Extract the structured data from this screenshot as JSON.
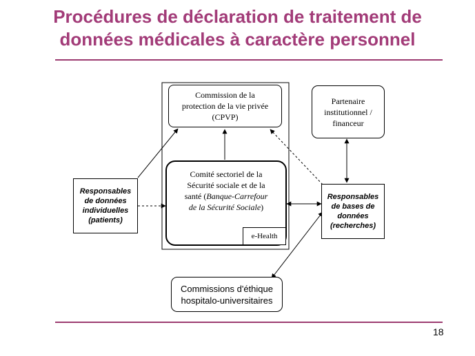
{
  "slide": {
    "title_line1": "Procédures de déclaration de traitement de",
    "title_line2": "données médicales à caractère personnel",
    "page_number": "18"
  },
  "diagram": {
    "cpvp": [
      "Commission de la",
      "protection de la vie privée",
      "(CPVP)"
    ],
    "partenaire": [
      "Partenaire",
      "institutionnel  /",
      "financeur"
    ],
    "comite": {
      "line1": "Comité sectoriel de la",
      "line2": "Sécurité sociale et de la",
      "line3_prefix": "santé (",
      "line3_italic": "Banque-Carrefour",
      "line4_italic": "de la Sécurité Sociale",
      "line4_suffix": ")"
    },
    "ehealth": "e-Health",
    "resp_donnees": [
      "Responsables",
      "de données",
      "individuelles",
      "(patients)"
    ],
    "resp_bases": [
      "Responsables",
      "de bases de",
      "données",
      "(recherches)"
    ],
    "commissions": [
      "Commissions d'éthique",
      "hospitalo-universitaires"
    ]
  },
  "colors": {
    "title": "#a23b78",
    "rule": "#9b3a6f"
  }
}
